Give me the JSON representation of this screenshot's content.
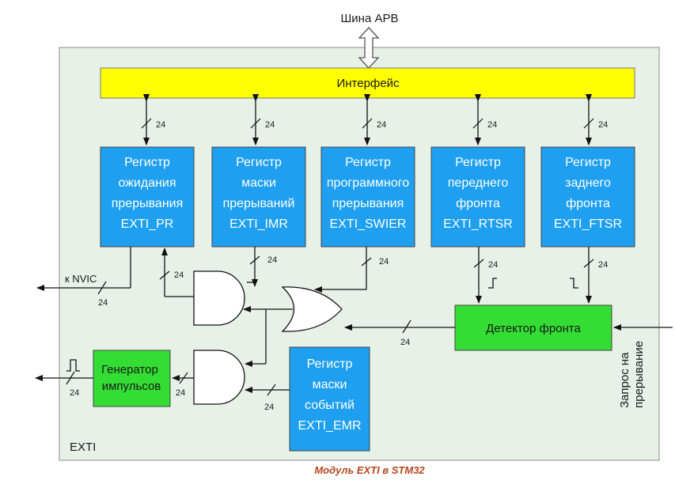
{
  "bus_label": "Шина APB",
  "interface_label": "Интерфейс",
  "module_label": "EXTI",
  "caption": "Модуль EXTI в STM32",
  "nvic_label": "к NVIC",
  "interrupt_request_label": [
    "Запрос на",
    "прерывание"
  ],
  "bus_width": "24",
  "registers": [
    {
      "lines": [
        "Регистр",
        "ожидания",
        "прерывания",
        "EXTI_PR"
      ]
    },
    {
      "lines": [
        "Регистр",
        "маски",
        "прерываний",
        "EXTI_IMR"
      ]
    },
    {
      "lines": [
        "Регистр",
        "программного",
        "прерывания",
        "EXTI_SWIER"
      ]
    },
    {
      "lines": [
        "Регистр",
        "переднего",
        "фронта",
        "EXTI_RTSR"
      ]
    },
    {
      "lines": [
        "Регистр",
        "заднего",
        "фронта",
        "EXTI_FTSR"
      ]
    }
  ],
  "event_mask_register": {
    "lines": [
      "Регистр",
      "маски",
      "событий",
      "EXTI_EMR"
    ]
  },
  "edge_detector_label": "Детектор фронта",
  "pulse_generator_label": [
    "Генератор",
    "импульсов"
  ],
  "colors": {
    "module_bg": "#e8f1e8",
    "interface_fill": "#ffff00",
    "register_fill": "#1e9ff0",
    "green_block": "#33dd33",
    "caption": "#b5461c"
  }
}
